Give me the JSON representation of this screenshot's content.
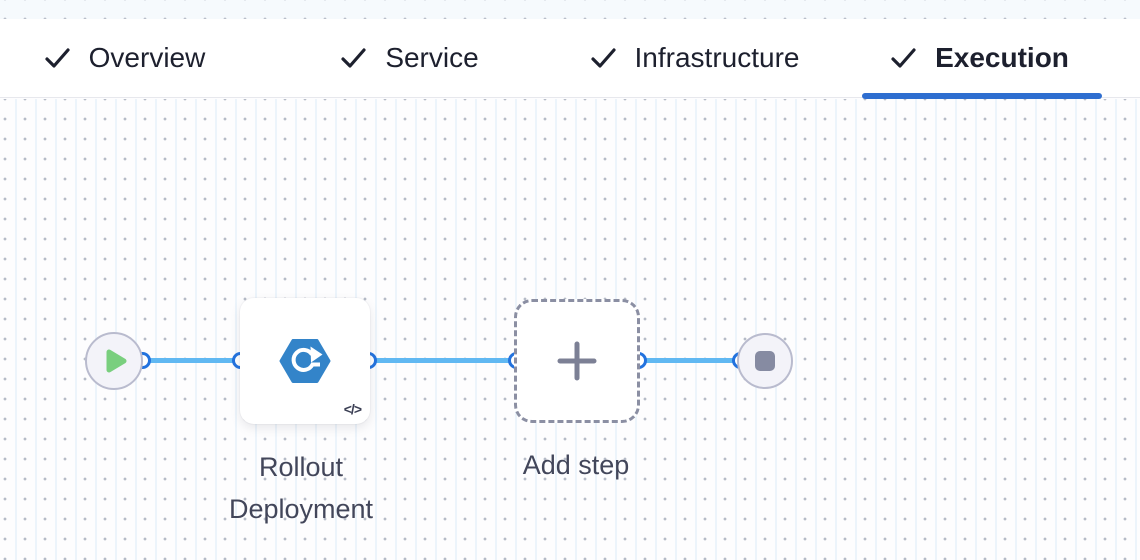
{
  "tabs": {
    "items": [
      {
        "label": "Overview",
        "state": "completed",
        "active": false
      },
      {
        "label": "Service",
        "state": "completed",
        "active": false
      },
      {
        "label": "Infrastructure",
        "state": "completed",
        "active": false
      },
      {
        "label": "Execution",
        "state": "completed",
        "active": true
      }
    ]
  },
  "canvas": {
    "start_node": {
      "kind": "start"
    },
    "steps": [
      {
        "label": "Rollout Deployment",
        "badge": "</>",
        "icon": "k8s-rollout-hexagon-icon"
      }
    ],
    "add_step": {
      "label": "Add step",
      "icon": "plus-icon"
    },
    "end_node": {
      "kind": "stop"
    }
  },
  "colors": {
    "active_tab_underline": "#2e6ed0",
    "edge_blue": "#60b8f2",
    "port_ring_blue": "#2272de",
    "node_fill": "#f3f3f9",
    "node_border": "#b9bbce",
    "play_green": "#79cf7e",
    "stop_gray": "#868ba2",
    "hexagon_blue": "#3384c9",
    "label_text": "#42465a",
    "tab_text": "#1d202e"
  }
}
